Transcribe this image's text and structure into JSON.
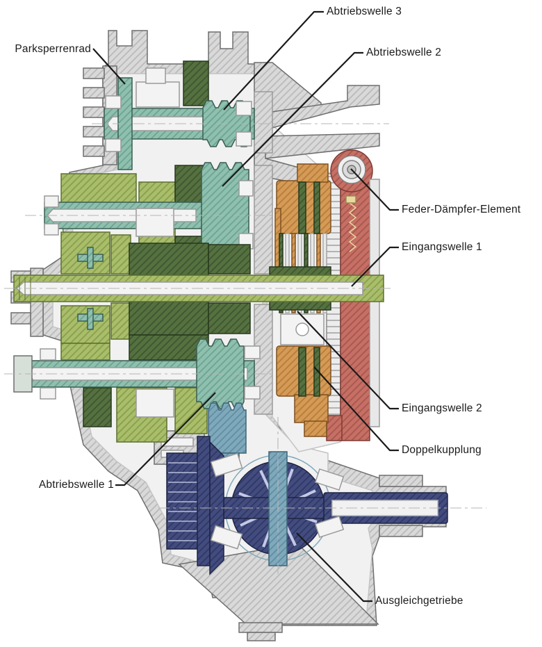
{
  "labels": [
    {
      "id": "parksperrenrad",
      "text": "Parksperrenrad"
    },
    {
      "id": "abtriebswelle-3",
      "text": "Abtriebswelle 3"
    },
    {
      "id": "abtriebswelle-2",
      "text": "Abtriebswelle 2"
    },
    {
      "id": "feder-daempfer-element",
      "text": "Feder-Dämpfer-Element"
    },
    {
      "id": "eingangswelle-1",
      "text": "Eingangswelle 1"
    },
    {
      "id": "eingangswelle-2",
      "text": "Eingangswelle 2"
    },
    {
      "id": "doppelkupplung",
      "text": "Doppelkupplung"
    },
    {
      "id": "abtriebswelle-1",
      "text": "Abtriebswelle 1"
    },
    {
      "id": "ausgleichgetriebe",
      "text": "Ausgleichgetriebe"
    }
  ],
  "colors": {
    "housing": "#d9d9d9",
    "cavity": "#f1f1f1",
    "output_shaft_teal": "#8fc0ae",
    "input_shaft_olive": "#a9bd6b",
    "gear_dark_green": "#55713f",
    "clutch_orange": "#d59a55",
    "flywheel_red": "#c66f64",
    "spring_cream": "#e8d8a2",
    "differential_navy": "#434c7f",
    "final_drive_blue": "#7fa9bb",
    "line": "#1a1a1a"
  }
}
